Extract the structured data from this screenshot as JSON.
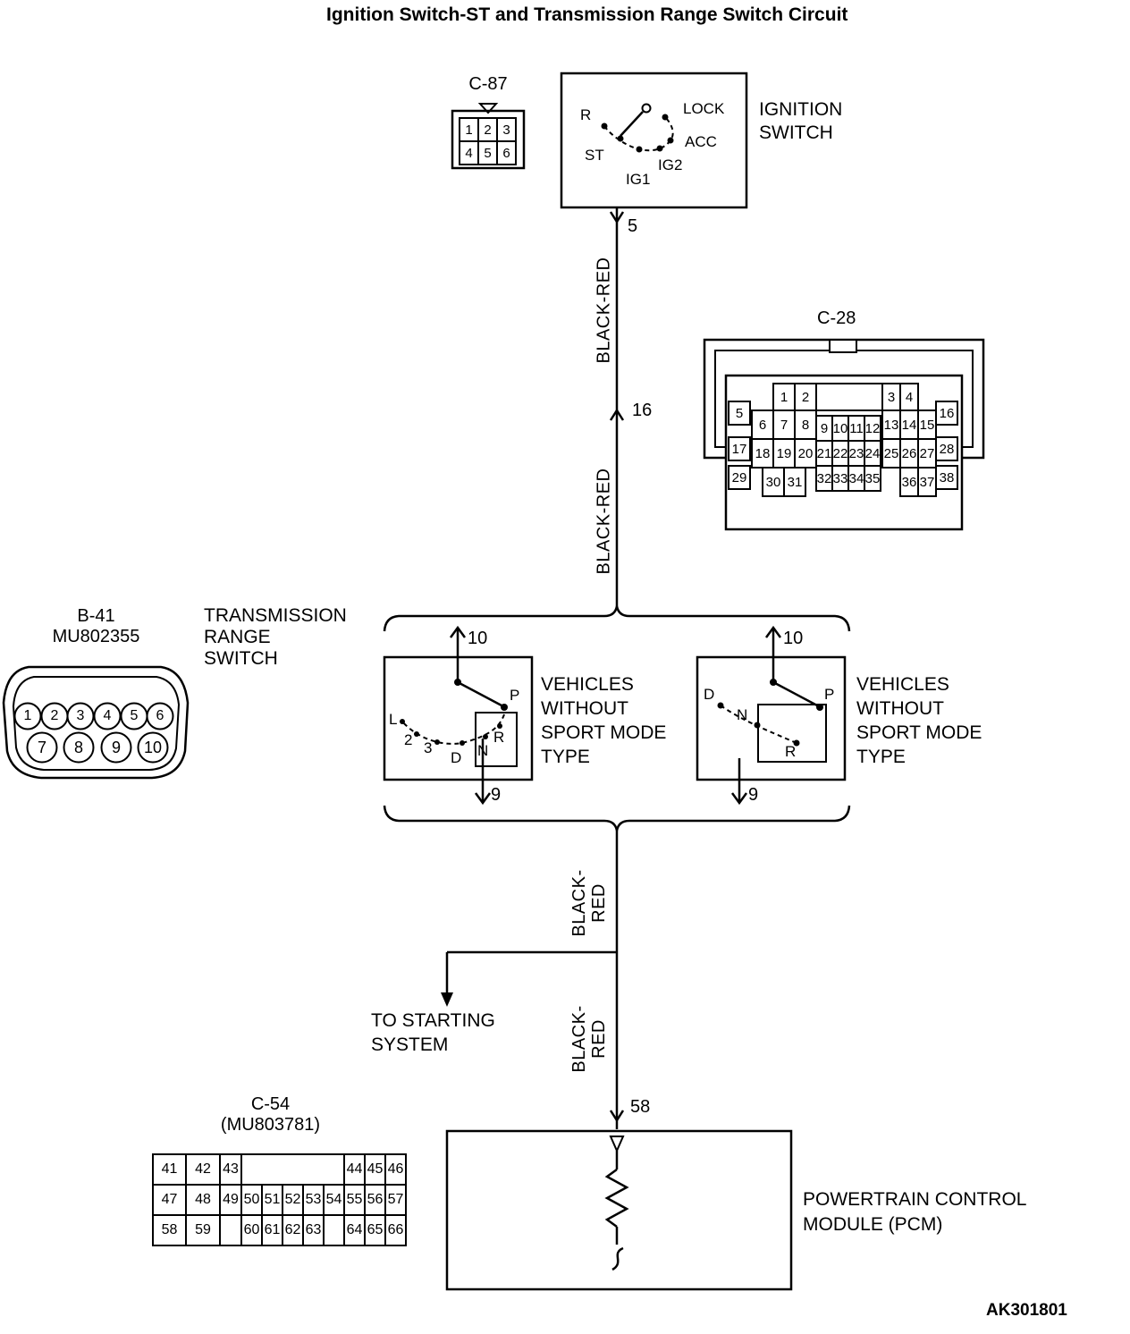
{
  "title": "Ignition Switch-ST and Transmission Range Switch Circuit",
  "footer_code": "AK301801",
  "ignition": {
    "connector_label": "C-87",
    "pins": [
      "1",
      "2",
      "3",
      "4",
      "5",
      "6"
    ],
    "name": [
      "IGNITION",
      "SWITCH"
    ],
    "positions": {
      "r": "R",
      "st": "ST",
      "ig1": "IG1",
      "ig2": "IG2",
      "acc": "ACC",
      "lock": "LOCK"
    }
  },
  "c28": {
    "label": "C-28",
    "row1": [
      "1",
      "2",
      "3",
      "4"
    ],
    "left_col": [
      "5",
      "17",
      "29"
    ],
    "right_col": [
      "16",
      "28",
      "38"
    ],
    "row2_left": [
      "6",
      "7",
      "8"
    ],
    "row2_mid": [
      "9",
      "10",
      "11",
      "12"
    ],
    "row2_right": [
      "13",
      "14",
      "15"
    ],
    "row3_left": [
      "18",
      "19",
      "20"
    ],
    "row3_mid": [
      "21",
      "22",
      "23",
      "24"
    ],
    "row3_right": [
      "25",
      "26",
      "27"
    ],
    "row4_left": [
      "30",
      "31"
    ],
    "row4_mid": [
      "32",
      "33",
      "34",
      "35"
    ],
    "row4_right": [
      "36",
      "37"
    ]
  },
  "b41": {
    "label": "B-41",
    "part": "MU802355",
    "pins_top": [
      "1",
      "2",
      "3",
      "4",
      "5",
      "6"
    ],
    "pins_bottom": [
      "7",
      "8",
      "9",
      "10"
    ]
  },
  "range_switch": {
    "name": [
      "TRANSMISSION",
      "RANGE",
      "SWITCH"
    ]
  },
  "switch_left": {
    "pin_top": "10",
    "pin_bottom": "9",
    "positions": {
      "l": "L",
      "two": "2",
      "three": "3",
      "d": "D",
      "n": "N",
      "r": "R",
      "p": "P"
    },
    "caption": [
      "VEHICLES",
      "WITHOUT",
      "SPORT MODE",
      "TYPE"
    ]
  },
  "switch_right": {
    "pin_top": "10",
    "pin_bottom": "9",
    "positions": {
      "d": "D",
      "n": "N",
      "r": "R",
      "p": "P"
    },
    "caption": [
      "VEHICLES",
      "WITHOUT",
      "SPORT MODE",
      "TYPE"
    ]
  },
  "wire": {
    "pin5": "5",
    "pin16": "16",
    "pin58": "58",
    "color_upper": "BLACK-RED",
    "color_mid": "BLACK-RED",
    "color_lower1": [
      "BLACK-",
      "RED"
    ],
    "color_lower2": [
      "BLACK-",
      "RED"
    ],
    "branch": [
      "TO STARTING",
      "SYSTEM"
    ]
  },
  "c54": {
    "label": "C-54",
    "part": "(MU803781)",
    "row1": [
      "41",
      "42",
      "43",
      "44",
      "45",
      "46"
    ],
    "row2": [
      "47",
      "48",
      "49",
      "50",
      "51",
      "52",
      "53",
      "54",
      "55",
      "56",
      "57"
    ],
    "row3": [
      "58",
      "59",
      "60",
      "61",
      "62",
      "63",
      "64",
      "65",
      "66"
    ]
  },
  "pcm": {
    "name": [
      "POWERTRAIN CONTROL",
      "MODULE (PCM)"
    ]
  }
}
